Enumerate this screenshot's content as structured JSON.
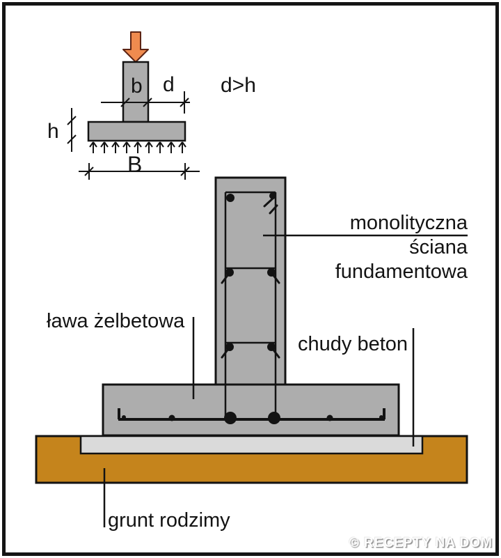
{
  "colors": {
    "concrete": "#adadad",
    "lean": "#dadada",
    "soil": "#c5841c",
    "arrow": "#ef8b4f",
    "arrow_outline": "#5c2414",
    "line": "#131313"
  },
  "schematic": {
    "column_width": "b",
    "overhang": "d",
    "footing_height": "h",
    "footing_width": "B",
    "condition": "d>h"
  },
  "labels": {
    "wall": {
      "line1": "monolityczna",
      "line2": "ściana",
      "line3": "fundamentowa"
    },
    "footing": "ława żelbetowa",
    "lean_concrete": "chudy beton",
    "soil": "grunt rodzimy"
  },
  "watermark": "© RECEPTY NA DOM"
}
